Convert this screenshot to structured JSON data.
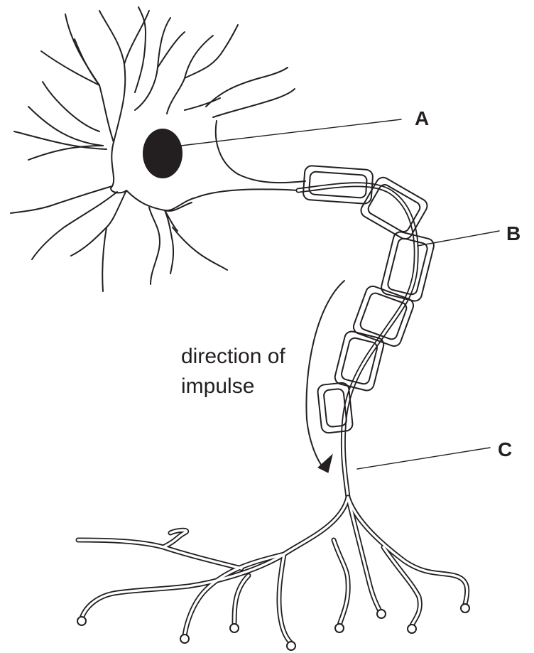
{
  "labels": {
    "a": "A",
    "b": "B",
    "c": "C"
  },
  "caption": {
    "line1": "direction of",
    "line2": "impulse"
  },
  "colors": {
    "ink": "#231f20",
    "background": "#ffffff"
  }
}
